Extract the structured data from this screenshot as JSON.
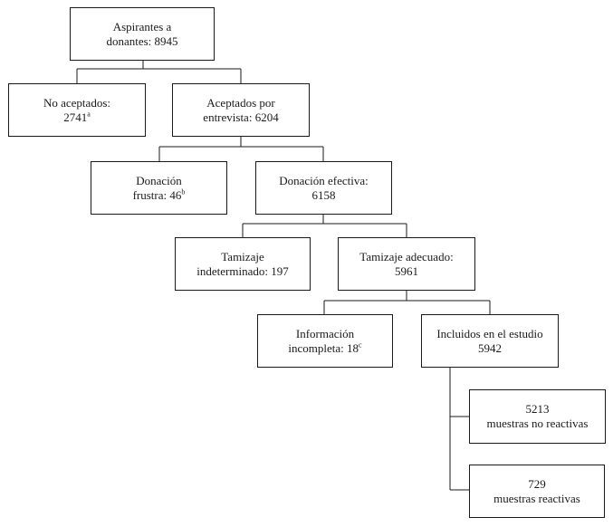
{
  "flowchart": {
    "aspirantes": {
      "line1": "Aspirantes a",
      "line2": "donantes: 8945"
    },
    "no_aceptados": {
      "line1": "No aceptados:",
      "line2": "2741",
      "sup": "a"
    },
    "aceptados": {
      "line1": "Aceptados por",
      "line2": "entrevista: 6204"
    },
    "donacion_frustra": {
      "line1": "Donación",
      "line2": "frustra: 46",
      "sup": "b"
    },
    "donacion_efectiva": {
      "line1": "Donación efectiva:",
      "line2": "6158"
    },
    "tamizaje_indeterminado": {
      "line1": "Tamizaje",
      "line2": "indeterminado: 197"
    },
    "tamizaje_adecuado": {
      "line1": "Tamizaje adecuado:",
      "line2": "5961"
    },
    "informacion_incompleta": {
      "line1": "Información",
      "line2": "incompleta: 18",
      "sup": "c"
    },
    "incluidos": {
      "line1": "Incluidos en el estudio",
      "line2": "5942"
    },
    "no_reactivas": {
      "line1": "5213",
      "line2": "muestras no reactivas"
    },
    "reactivas": {
      "line1": "729",
      "line2": "muestras reactivas"
    }
  }
}
